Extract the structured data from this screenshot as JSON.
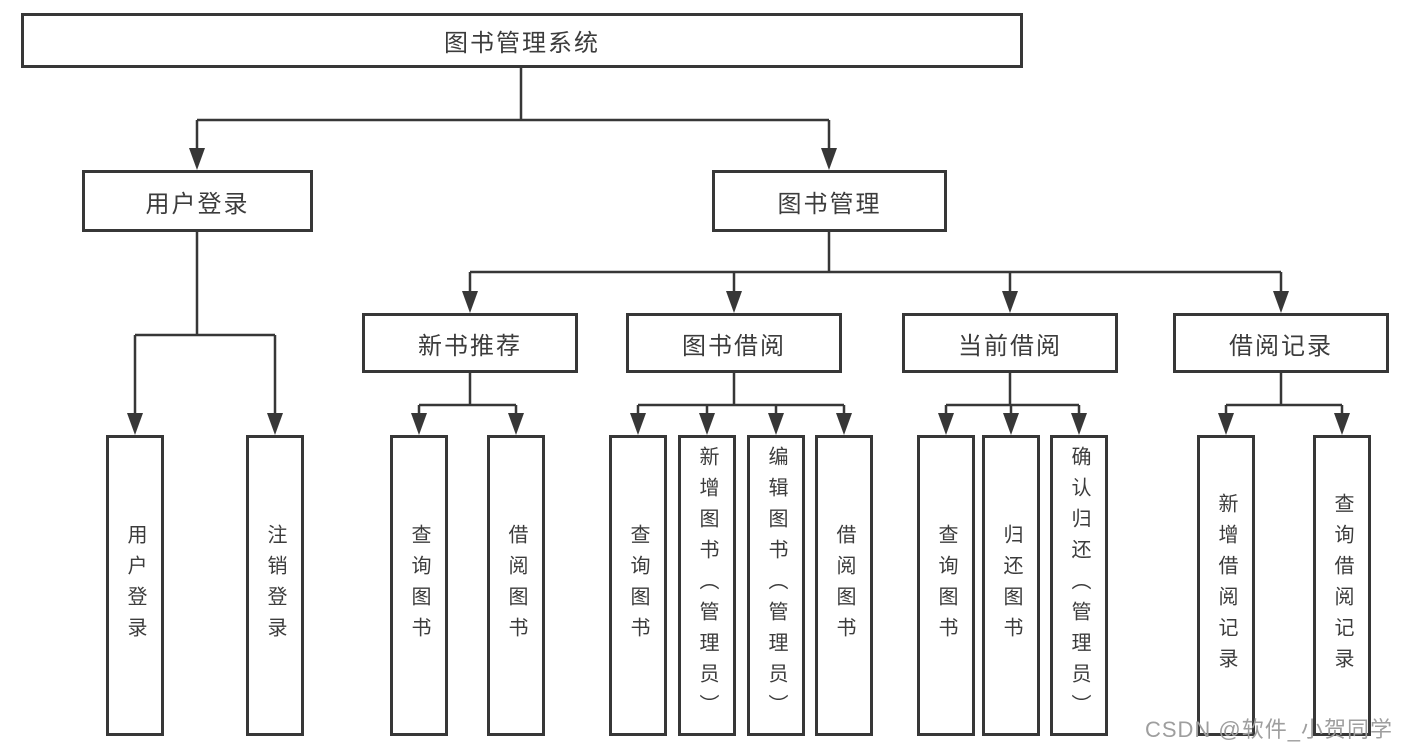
{
  "page": {
    "background_color": "#ffffff",
    "line_color": "#373737",
    "watermark_color": "#9e9e9e"
  },
  "tree": {
    "root": "图书管理系统",
    "user_login": {
      "label": "用户登录",
      "children": [
        "用户登录",
        "注销登录"
      ]
    },
    "book_mgmt": {
      "label": "图书管理",
      "sections": [
        {
          "label": "新书推荐",
          "children": [
            "查询图书",
            "借阅图书"
          ]
        },
        {
          "label": "图书借阅",
          "children": [
            "查询图书",
            "新增图书（管理员）",
            "编辑图书（管理员）",
            "借阅图书"
          ]
        },
        {
          "label": "当前借阅",
          "children": [
            "查询图书",
            "归还图书",
            "确认归还（管理员）"
          ]
        },
        {
          "label": "借阅记录",
          "children": [
            "新增借阅记录",
            "查询借阅记录"
          ]
        }
      ]
    }
  },
  "watermark": "CSDN @软件_小贺同学"
}
